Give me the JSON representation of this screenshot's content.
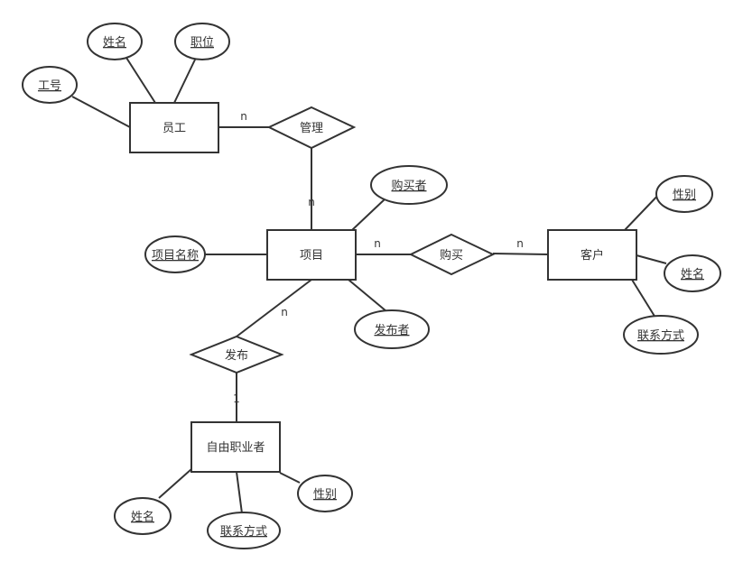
{
  "entities": {
    "employee": "员工",
    "project": "项目",
    "customer": "客户",
    "freelancer": "自由职业者"
  },
  "relationships": {
    "manage": "管理",
    "purchase": "购买",
    "publish": "发布"
  },
  "attributes": {
    "employee_id": "工号",
    "employee_name": "姓名",
    "employee_position": "职位",
    "project_name": "项目名称",
    "project_buyer": "购买者",
    "project_publisher": "发布者",
    "customer_gender": "性别",
    "customer_name": "姓名",
    "customer_contact": "联系方式",
    "freelancer_name": "姓名",
    "freelancer_contact": "联系方式",
    "freelancer_gender": "性别"
  },
  "cardinalities": {
    "employee_manage": "n",
    "manage_project": "n",
    "project_purchase": "n",
    "purchase_customer": "n",
    "project_publish": "n",
    "publish_freelancer": "1"
  }
}
